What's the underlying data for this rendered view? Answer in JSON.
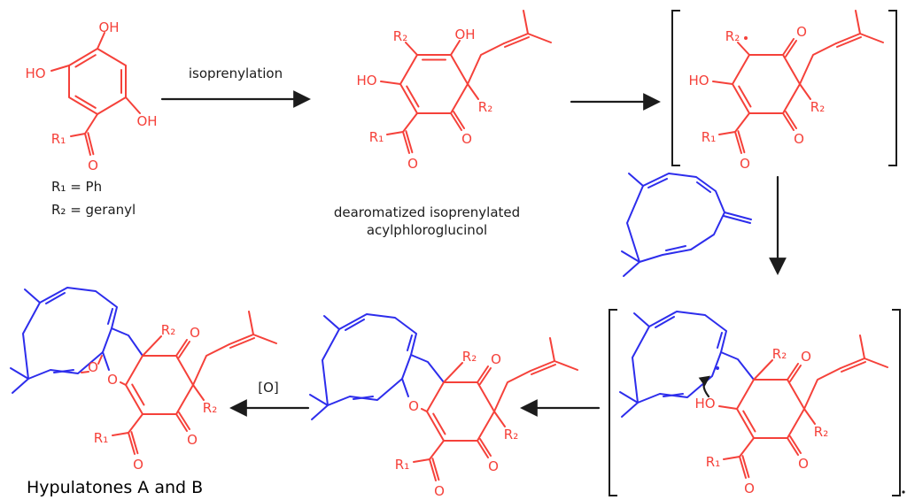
{
  "colors": {
    "structure_red": "#f5413a",
    "structure_blue": "#2d2dec",
    "line_black": "#1c1c1c",
    "background": "#ffffff"
  },
  "captions": {
    "isoprenylation": "isoprenylation",
    "r1_definition": "R₁ = Ph",
    "r2_definition": "R₂ = geranyl",
    "intermediate_name_line1": "dearomatized isoprenylated",
    "intermediate_name_line2": "acylphloroglucinol",
    "oxidation": "[O]",
    "product_name": "Hypulatones A and B"
  },
  "structures": {
    "phloroglucinol": {
      "oh_top": "OH",
      "ho_left": "HO",
      "oh_bottom_right": "OH",
      "r1": "R₁",
      "o_acyl": "O"
    },
    "dearomatized": {
      "r2_top": "R₂",
      "oh_top": "OH",
      "ho_left": "HO",
      "r2_right": "R₂",
      "o_ketone_bottom": "O",
      "r1": "R₁",
      "o_acyl": "O"
    },
    "radical_intermediate": {
      "ho_left": "HO",
      "r2_top": "R₂",
      "o_ketone_top": "O",
      "r2_right": "R₂",
      "o_ketone_bottom": "O",
      "r1": "R₁",
      "o_acyl": "O"
    },
    "radical_adduct": {
      "ho_left": "HO",
      "r2_top": "R₂",
      "o_ketone_top": "O",
      "r2_right": "R₂",
      "o_ketone_bottom": "O",
      "r1": "R₁",
      "o_acyl": "O"
    },
    "cyclized_adduct": {
      "o_pyran": "O",
      "r2_top": "R₂",
      "o_ketone_top": "O",
      "r2_right": "R₂",
      "o_ketone_bottom": "O",
      "r1": "R₁",
      "o_acyl": "O"
    },
    "hypulatones": {
      "o_ether": "O",
      "o_pyran": "O",
      "r2_top": "R₂",
      "o_ketone_top": "O",
      "r2_right": "R₂",
      "o_ketone_bottom": "O",
      "r1": "R₁",
      "o_acyl": "O"
    }
  }
}
